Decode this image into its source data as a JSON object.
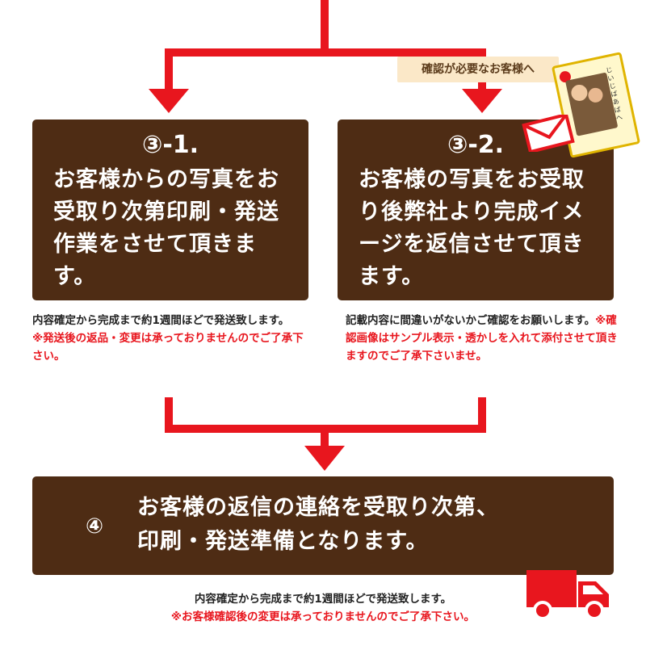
{
  "colors": {
    "arrow": "#e8161e",
    "box": "#4e2c14",
    "note_red": "#e8161e",
    "tag_bg": "#fbe8c8"
  },
  "tag": "確認が必要なお客様へ",
  "card_text": "じいじばあばへ",
  "step31": {
    "num": "③-1.",
    "text": "お客様からの写真をお受取り次第印刷・発送作業をさせて頂きます。",
    "note": "内容確定から完成まで約1週間ほどで発送致します。",
    "note_red": "※発送後の返品・変更は承っておりませんのでご了承下さい。"
  },
  "step32": {
    "num": "③-2.",
    "text": "お客様の写真をお受取り後弊社より完成イメージを返信させて頂きます。",
    "note": "記載内容に間違いがないかご確認をお願いします。",
    "note_red": "※確認画像はサンプル表示・透かしを入れて添付させて頂きますのでご了承下さいませ。"
  },
  "step4": {
    "num": "④",
    "line1": "お客様の返信の連絡を受取り次第、",
    "line2": "印刷・発送準備となります。",
    "note": "内容確定から完成まで約1週間ほどで発送致します。",
    "note_red": "※お客様確認後の変更は承っておりませんのでご了承下さい。"
  },
  "icons": {
    "envelope": "envelope-icon",
    "truck": "truck-icon",
    "photo_card": "photo-card-icon"
  }
}
